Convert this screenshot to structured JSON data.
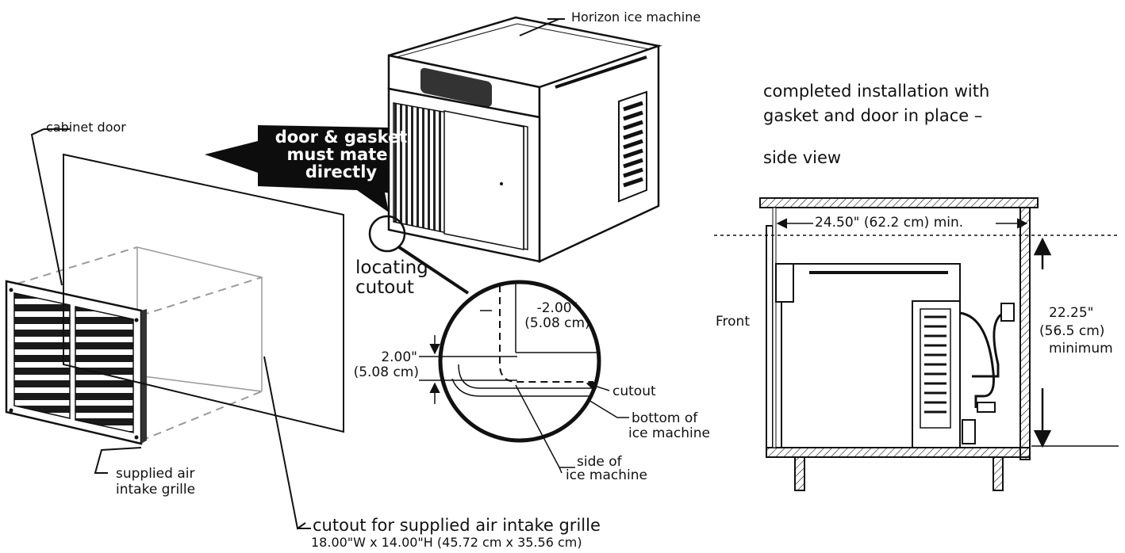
{
  "labels": {
    "machine": "Horizon ice machine",
    "cabinet_door": "cabinet door",
    "mate_line1": "door & gasket",
    "mate_line2": "must mate",
    "mate_line3": "directly",
    "locating_line1": "locating",
    "locating_line2": "cutout",
    "dim_right_in": "-2.00\"",
    "dim_right_cm": "(5.08 cm)",
    "dim_left_in": "2.00\"",
    "dim_left_cm": "(5.08 cm)",
    "cutout_inner": "cutout",
    "bottom_line1": "bottom of",
    "bottom_line2": "ice machine",
    "side_line1": "side of",
    "side_line2": "ice machine",
    "grille_line1": "supplied air",
    "grille_line2": "intake grille",
    "cutout_for_grille": "cutout for supplied air intake grille",
    "cutout_dims": "18.00\"W x 14.00\"H (45.72 cm x 35.56 cm)",
    "completed_line1": "completed installation with",
    "completed_line2": "gasket and door in place –",
    "side_view": "side view",
    "width_min": "24.50\" (62.2 cm) min.",
    "front": "Front",
    "height_in": "22.25\"",
    "height_cm": "(56.5 cm)",
    "height_min": "minimum"
  },
  "colors": {
    "ink": "#111111",
    "dashed": "#9a9a9a",
    "arrow_fill": "#0d0d0d",
    "arrow_text": "#ffffff"
  }
}
